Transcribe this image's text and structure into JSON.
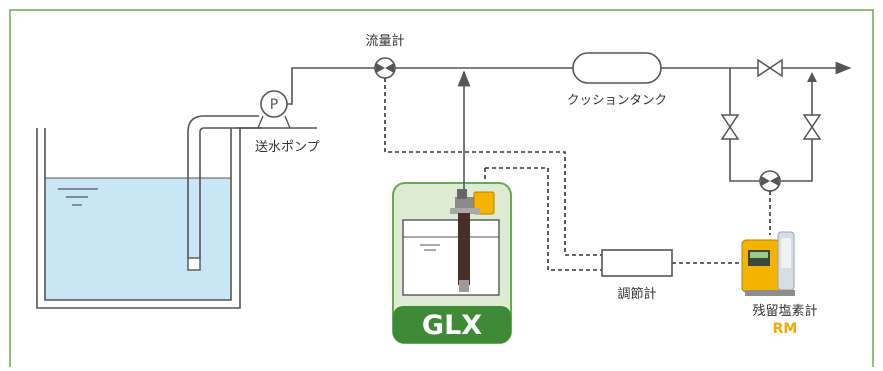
{
  "labels": {
    "flow_meter": "流量計",
    "feed_pump": "送水ポンプ",
    "pump_symbol": "P",
    "cushion_tank": "クッションタンク",
    "controller": "調節計",
    "residual_chlorine_meter": "残留塩素計",
    "rm_model": "RM",
    "glx_model": "GLX"
  },
  "colors": {
    "border_green": "#6aaa4e",
    "line": "#555555",
    "water": "#c9e6f6",
    "glx_panel": "#dcebd2",
    "glx_badge": "#3f8a36",
    "rm_text": "#f2a900",
    "pump_yellow": "#f4b400"
  }
}
